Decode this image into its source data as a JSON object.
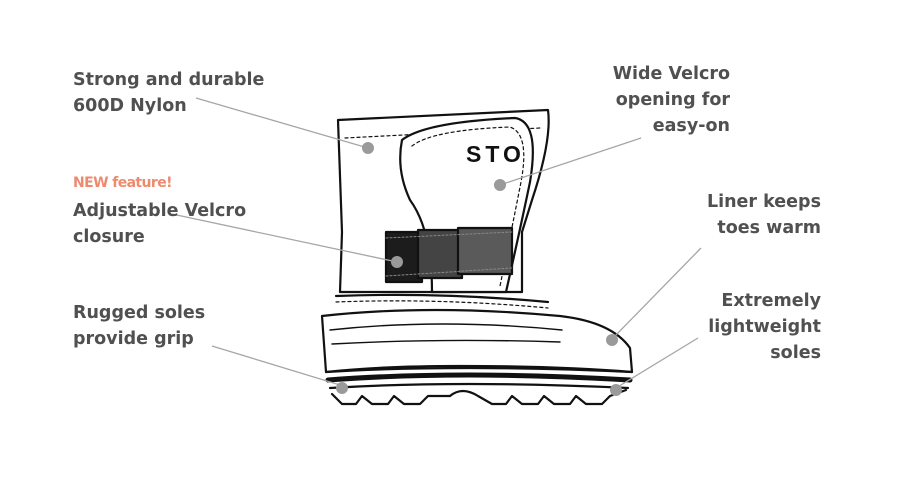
{
  "labels": {
    "nylon": [
      "Strong and durable",
      "600D Nylon"
    ],
    "new_feature": "NEW feature!",
    "adjustable": [
      "Adjustable Velcro",
      "closure"
    ],
    "soles_grip": [
      "Rugged soles",
      "provide grip"
    ],
    "wide_velcro": [
      "Wide Velcro",
      "opening for",
      "easy-on"
    ],
    "liner": [
      "Liner keeps",
      "toes warm"
    ],
    "lightweight": [
      "Extremely",
      "lightweight",
      "soles"
    ]
  },
  "boot": {
    "logo_text": "STO"
  },
  "colors": {
    "label_text": "#505050",
    "new_feature": "#ee8a6e",
    "leader_line": "#a6a6a6",
    "marker_dot": "#9a9a9a",
    "outline": "#111111",
    "strap_dark": "#1c1c1c",
    "strap_mid": "#444444",
    "strap_light": "#5a5a5a"
  }
}
